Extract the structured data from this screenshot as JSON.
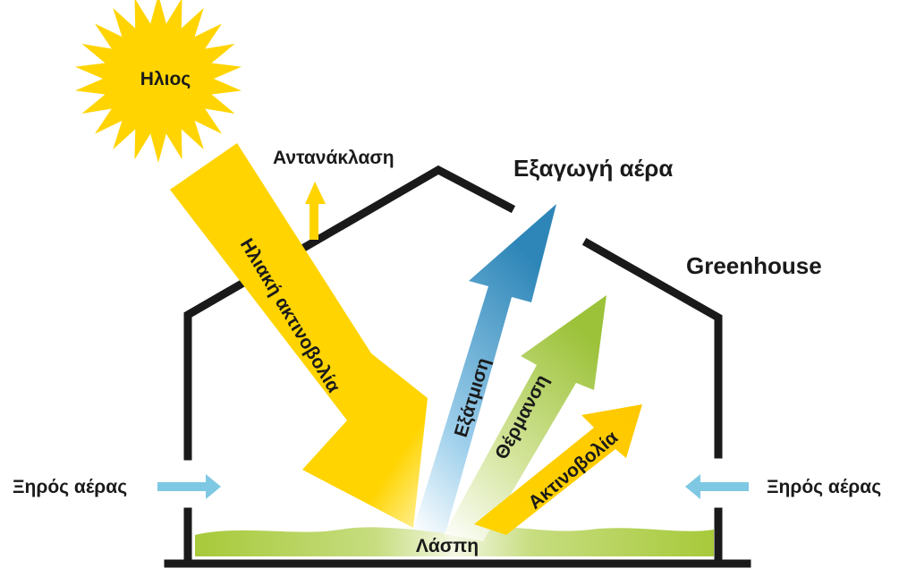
{
  "labels": {
    "sun": "Ηλιος",
    "reflection": "Αντανάκλαση",
    "air_exhaust": "Εξαγωγή αέρα",
    "greenhouse": "Greenhouse",
    "solar_radiation": "Ηλιακή ακτινοβολία",
    "evaporation": "Εξάτμιση",
    "heating": "Θέρμανση",
    "radiation": "Ακτινοβολία",
    "dry_air_left": "Ξηρός αέρας",
    "dry_air_right": "Ξηρός αέρας",
    "sludge": "Λάσπη"
  },
  "colors": {
    "sun": "#FFD400",
    "solar_arrow": "#FFD400",
    "evaporation_arrow": "#2E86B8",
    "heating_arrow": "#9CC23A",
    "radiation_arrow": "#FFD400",
    "dry_air_arrow": "#7EC8E3",
    "sludge": "#A7C93A",
    "outline": "#1a1a1a"
  }
}
